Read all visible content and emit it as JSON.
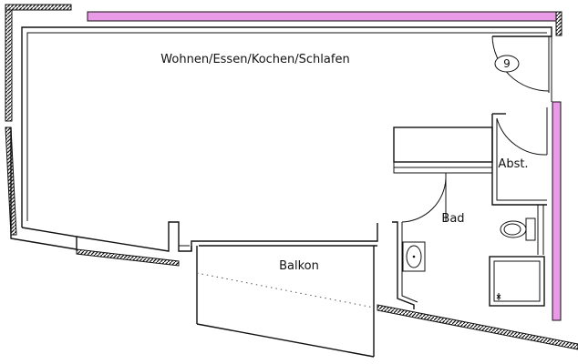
{
  "rooms": {
    "main": "Wohnen/Essen/Kochen/Schlafen",
    "balcony": "Balkon",
    "storage": "Abst.",
    "bathroom": "Bad"
  },
  "door_number": "9",
  "colors": {
    "wall": "#111111",
    "neighbor_wall": "#ea9be8",
    "background": "#ffffff"
  }
}
